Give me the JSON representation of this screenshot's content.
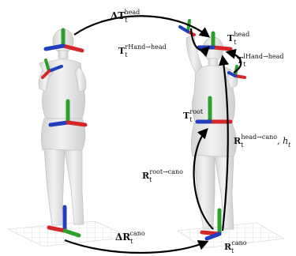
{
  "labels": {
    "delta_T_head": {
      "main": "ΔT",
      "sub": "t",
      "sup": "head"
    },
    "T_rhand_head": {
      "main": "T",
      "sub": "t",
      "sup": "rHand→head"
    },
    "T_head": {
      "main": "T",
      "sub": "t",
      "sup": "head"
    },
    "T_lhand_head": {
      "main": "T",
      "sub": "t",
      "sup": "lHand→head"
    },
    "T_root": {
      "main": "T",
      "sub": "t",
      "sup": "root"
    },
    "R_head_cano": {
      "main": "R",
      "sub": "t",
      "sup": "head→cano",
      "tail": ", h",
      "tail_sub": "t"
    },
    "R_root_cano": {
      "main": "R",
      "sub": "t",
      "sup": "root→cano"
    },
    "delta_R_cano": {
      "main": "ΔR",
      "sub": "t",
      "sup": "cano"
    },
    "R_cano": {
      "main": "R",
      "sub": "t",
      "sup": "cano"
    }
  },
  "colors": {
    "axis_x": "#d62728",
    "axis_y": "#2ca02c",
    "axis_z": "#1f3fbf",
    "arrow": "#000000",
    "body_fill": "#e8e8e8",
    "body_stroke": "#c9c9c9",
    "floor": "#e4e4e4"
  }
}
